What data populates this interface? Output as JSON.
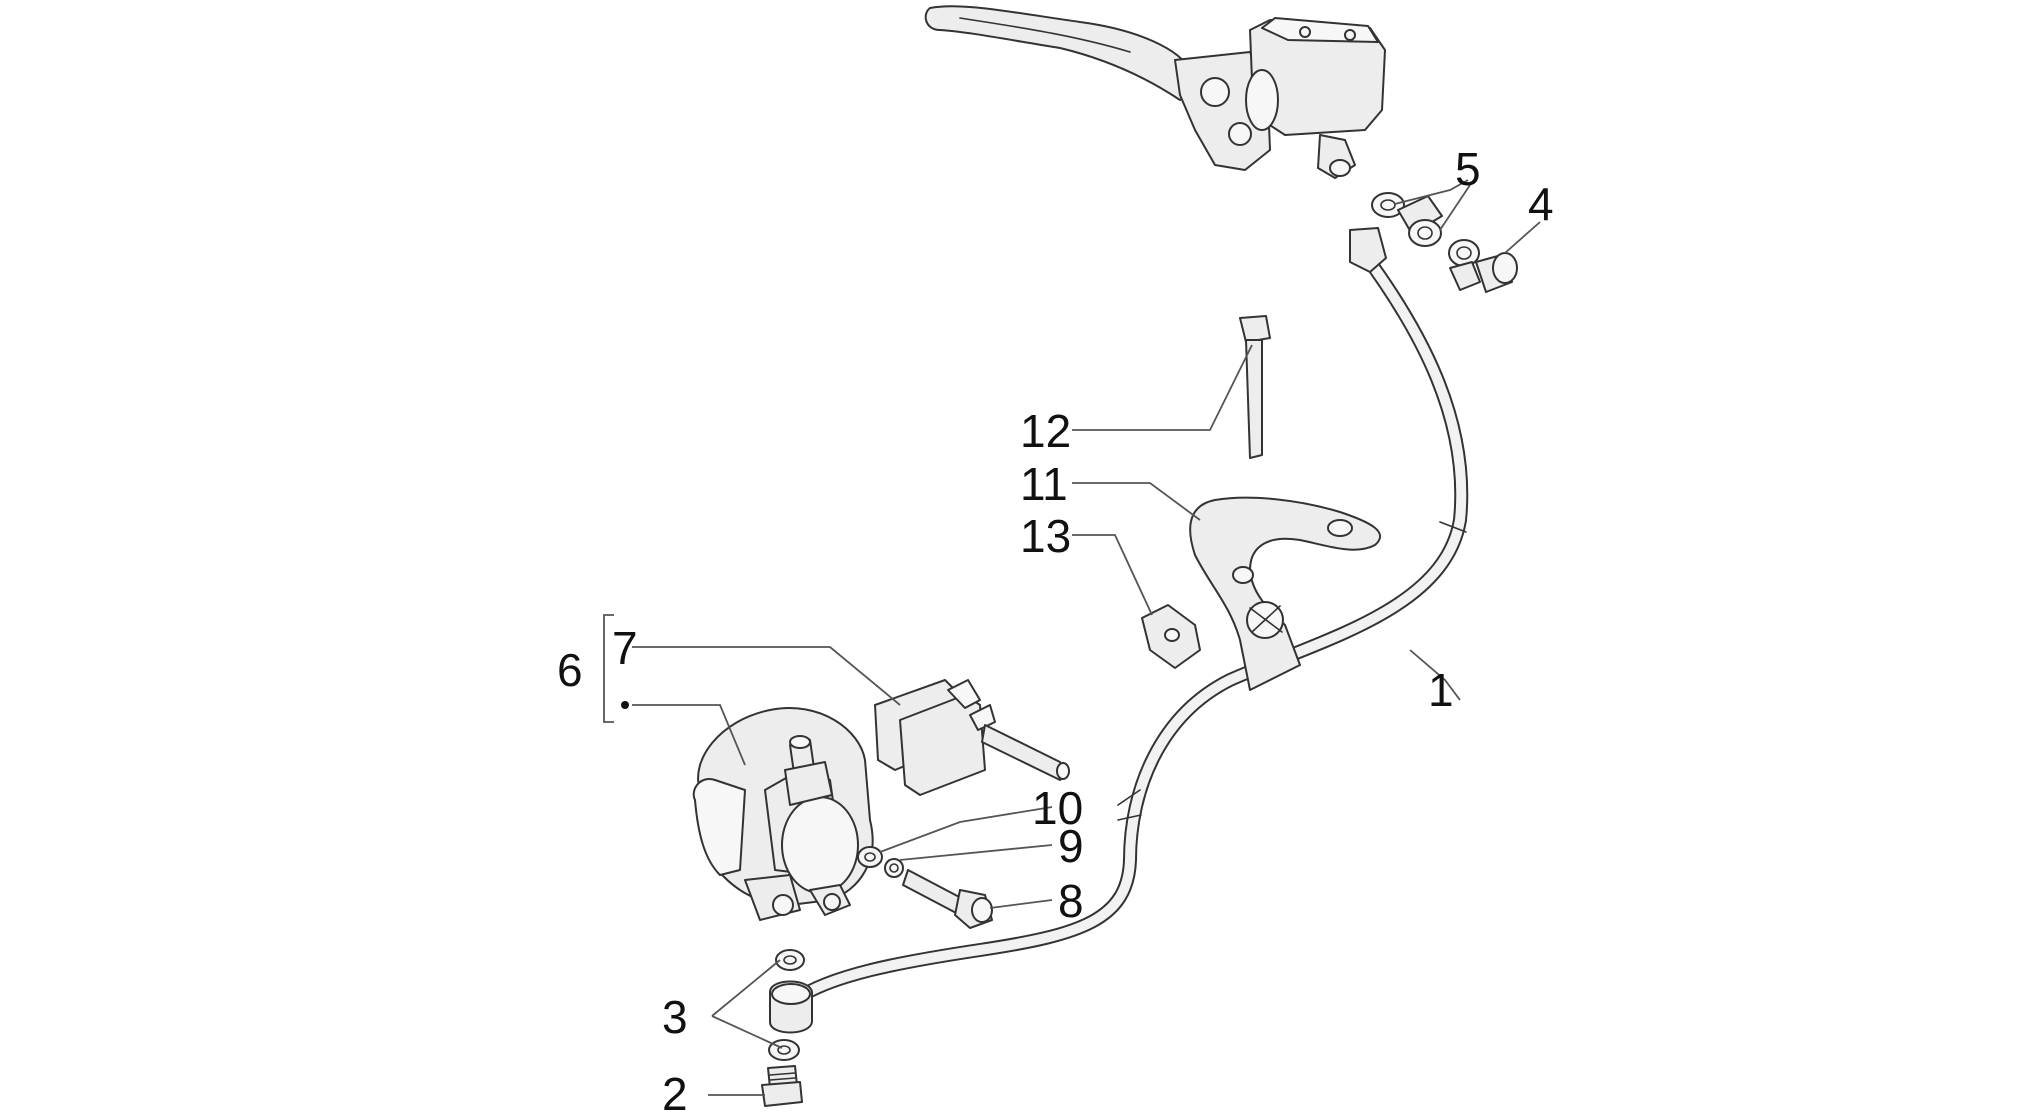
{
  "callouts": {
    "c1": "1",
    "c2": "2",
    "c3": "3",
    "c4": "4",
    "c5": "5",
    "c6": "6",
    "c7": "7",
    "c8": "8",
    "c9": "9",
    "c10": "10",
    "c11": "11",
    "c12": "12",
    "c13": "13"
  },
  "colors": {
    "line": "#333333",
    "part_fill": "#ededed",
    "background": "#ffffff"
  }
}
